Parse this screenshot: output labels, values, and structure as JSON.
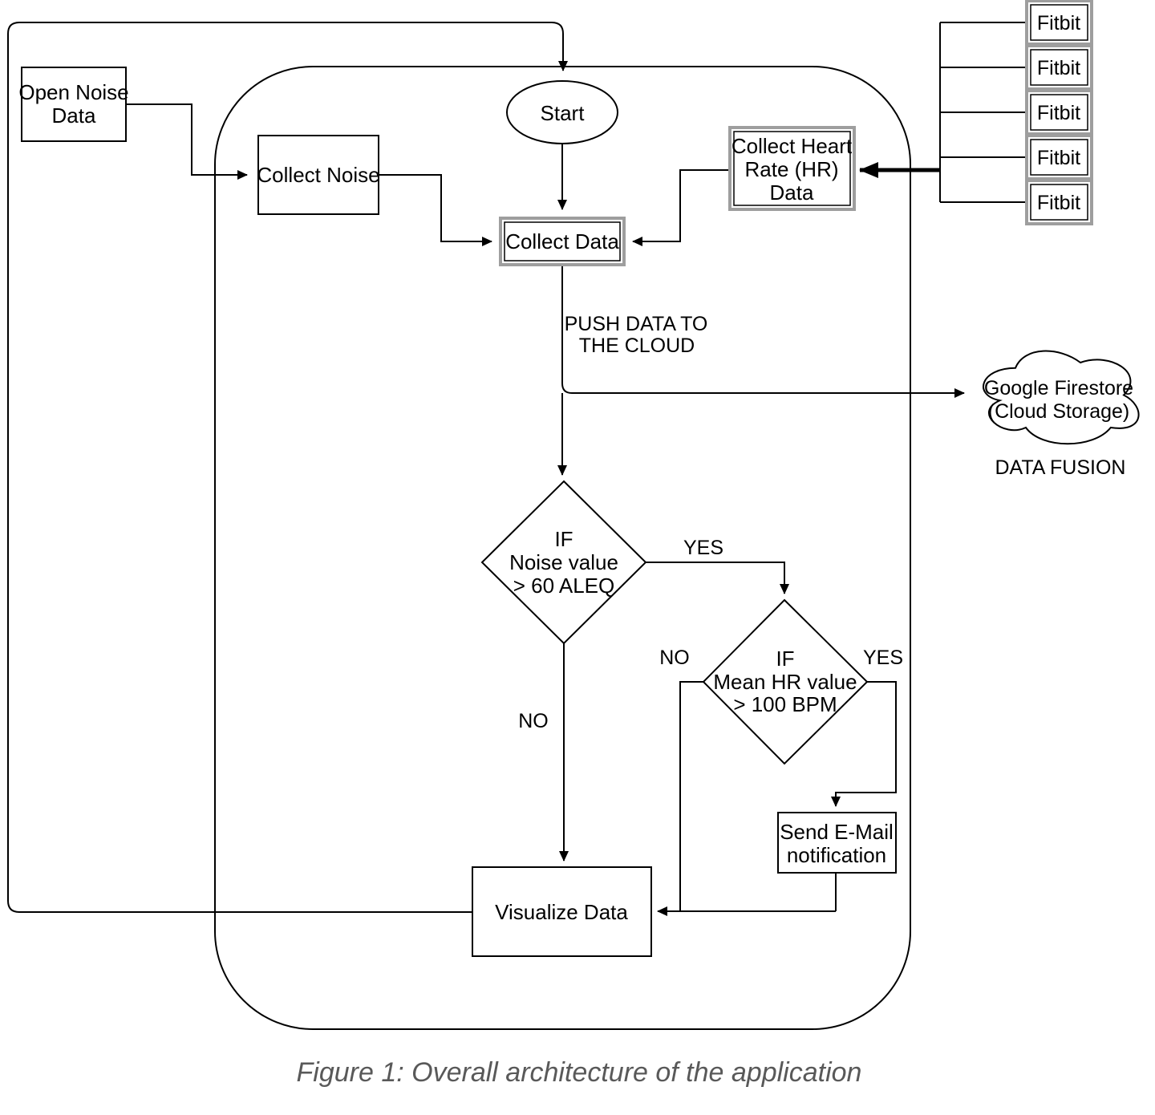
{
  "diagram": {
    "nodes": {
      "open_noise": {
        "lines": [
          "Open Noise",
          "Data"
        ]
      },
      "start": {
        "label": "Start"
      },
      "collect_noise": {
        "label": "Collect Noise"
      },
      "collect_hr": {
        "lines": [
          "Collect Heart",
          "Rate (HR)",
          "Data"
        ]
      },
      "collect_data": {
        "label": "Collect Data"
      },
      "fitbits": [
        "Fitbit",
        "Fitbit",
        "Fitbit",
        "Fitbit",
        "Fitbit"
      ],
      "cloud": {
        "lines": [
          "Google Firestore",
          "(Cloud Storage)"
        ]
      },
      "decision_noise": {
        "lines": [
          "IF",
          "Noise value",
          "> 60 ALEQ"
        ]
      },
      "decision_hr": {
        "lines": [
          "IF",
          "Mean HR value",
          "> 100 BPM"
        ]
      },
      "send_email": {
        "lines": [
          "Send E-Mail",
          "notification"
        ]
      },
      "visualize": {
        "label": "Visualize Data"
      }
    },
    "labels": {
      "push_cloud": {
        "lines": [
          "PUSH DATA TO",
          "THE CLOUD"
        ]
      },
      "data_fusion": "DATA FUSION",
      "yes_noise": "YES",
      "no_noise": "NO",
      "yes_hr": "YES",
      "no_hr": "NO"
    },
    "colors": {
      "stroke": "#000000",
      "highlight_border": "#9e9e9e",
      "caption_text": "#595959",
      "background": "#ffffff"
    }
  },
  "caption": "Figure 1: Overall architecture of the application"
}
